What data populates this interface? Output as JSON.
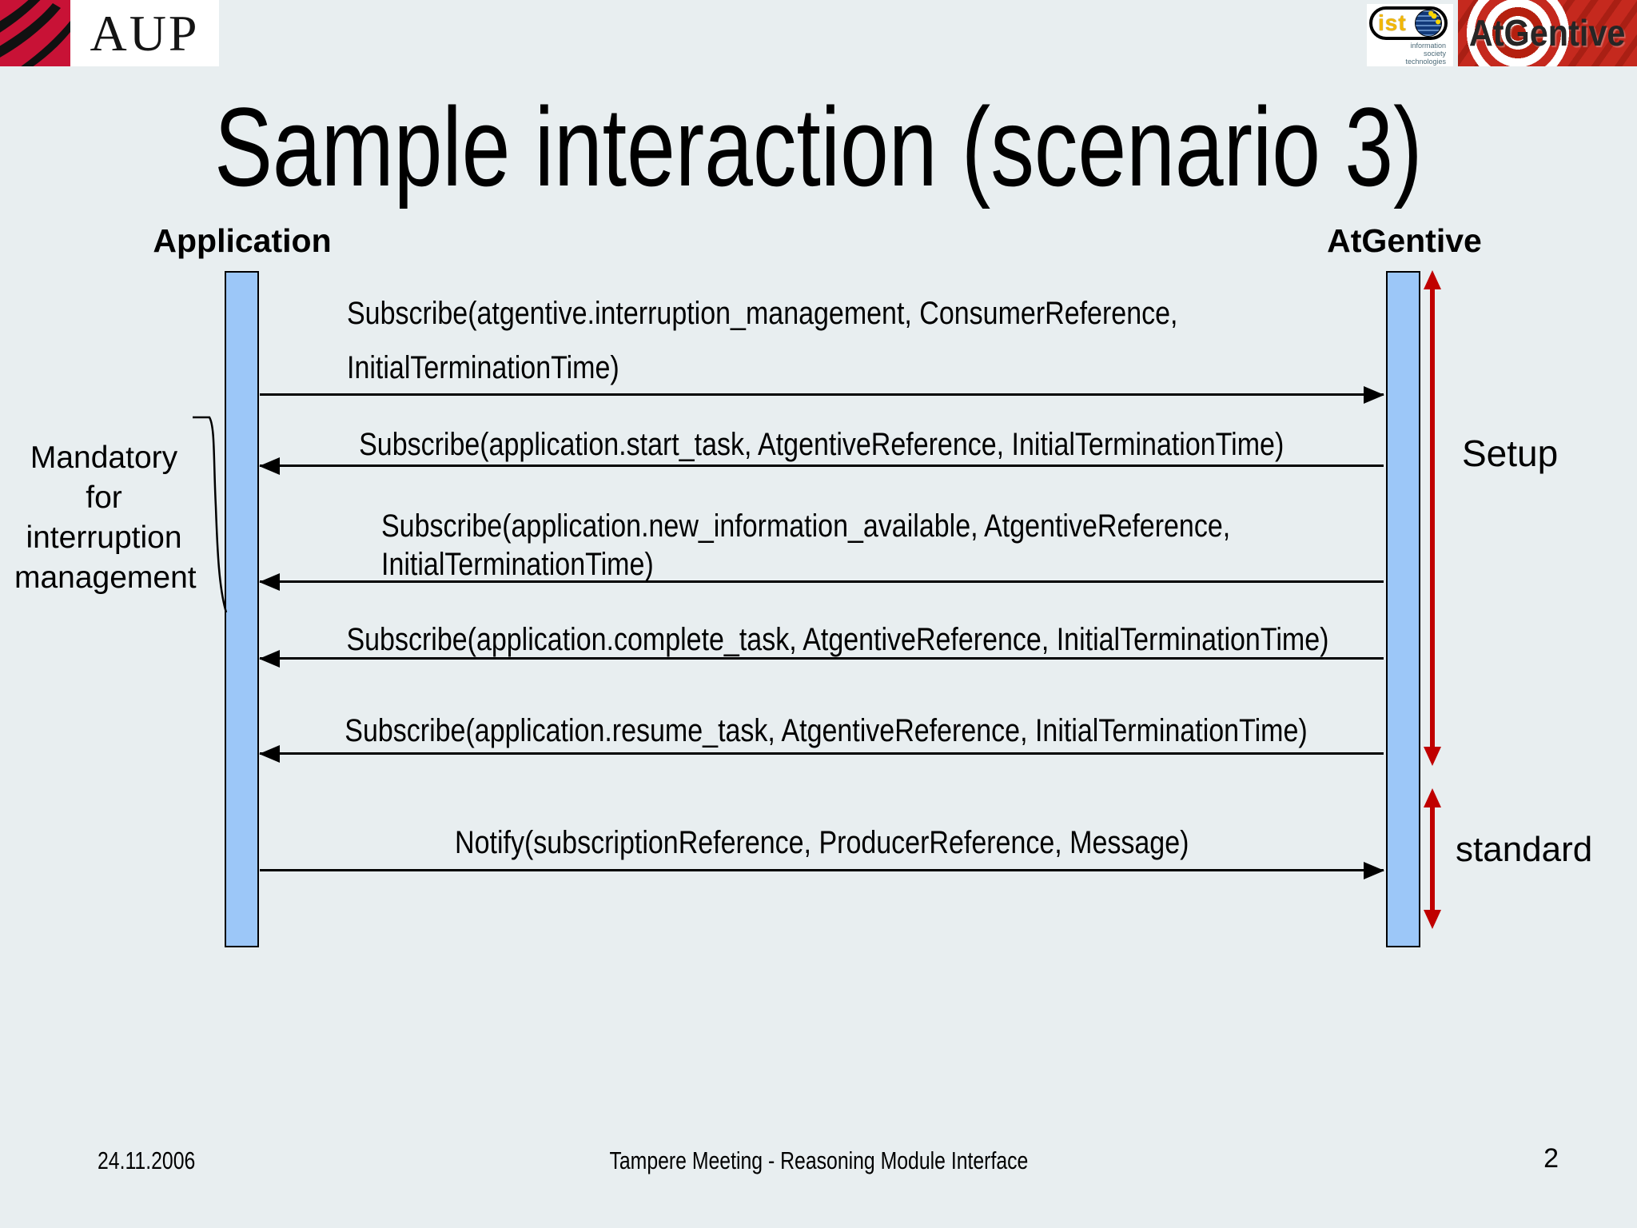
{
  "slide": {
    "title": "Sample interaction (scenario 3)",
    "footer": {
      "date": "24.11.2006",
      "center": "Tampere Meeting - Reasoning Module Interface",
      "page_number": "2"
    }
  },
  "logos": {
    "aup": {
      "text": "AUP"
    },
    "ist": {
      "text": "ist",
      "subtext_lines": [
        "information",
        "society",
        "technologies"
      ]
    },
    "atgentive": {
      "text": "AtGentive"
    }
  },
  "diagram": {
    "lifelines": [
      {
        "name": "Application"
      },
      {
        "name": "AtGentive"
      }
    ],
    "left_note": {
      "lines": [
        "Mandatory",
        "for",
        "interruption",
        "management"
      ]
    },
    "messages": [
      {
        "direction": "right",
        "text_lines": [
          "Subscribe(atgentive.interruption_management, ConsumerReference,",
          "InitialTerminationTime)"
        ]
      },
      {
        "direction": "left",
        "text_lines": [
          "Subscribe(application.start_task, AtgentiveReference, InitialTerminationTime)"
        ]
      },
      {
        "direction": "left",
        "text_lines": [
          "Subscribe(application.new_information_available, AtgentiveReference,",
          "InitialTerminationTime)"
        ]
      },
      {
        "direction": "left",
        "text_lines": [
          "Subscribe(application.complete_task, AtgentiveReference, InitialTerminationTime)"
        ]
      },
      {
        "direction": "left",
        "text_lines": [
          "Subscribe(application.resume_task, AtgentiveReference, InitialTerminationTime)"
        ]
      },
      {
        "direction": "right",
        "text_lines": [
          "Notify(subscriptionReference, ProducerReference, Message)"
        ]
      }
    ],
    "phases": [
      {
        "label": "Setup"
      },
      {
        "label": "standard"
      }
    ],
    "colors": {
      "lifeline_fill": "#9CC7F8",
      "phase_arrow_red": "#C00000",
      "aup_red": "#C81236",
      "atgentive_red": "#C5291E",
      "ist_yellow": "#F2B705",
      "background": "#E8EEF0"
    }
  }
}
